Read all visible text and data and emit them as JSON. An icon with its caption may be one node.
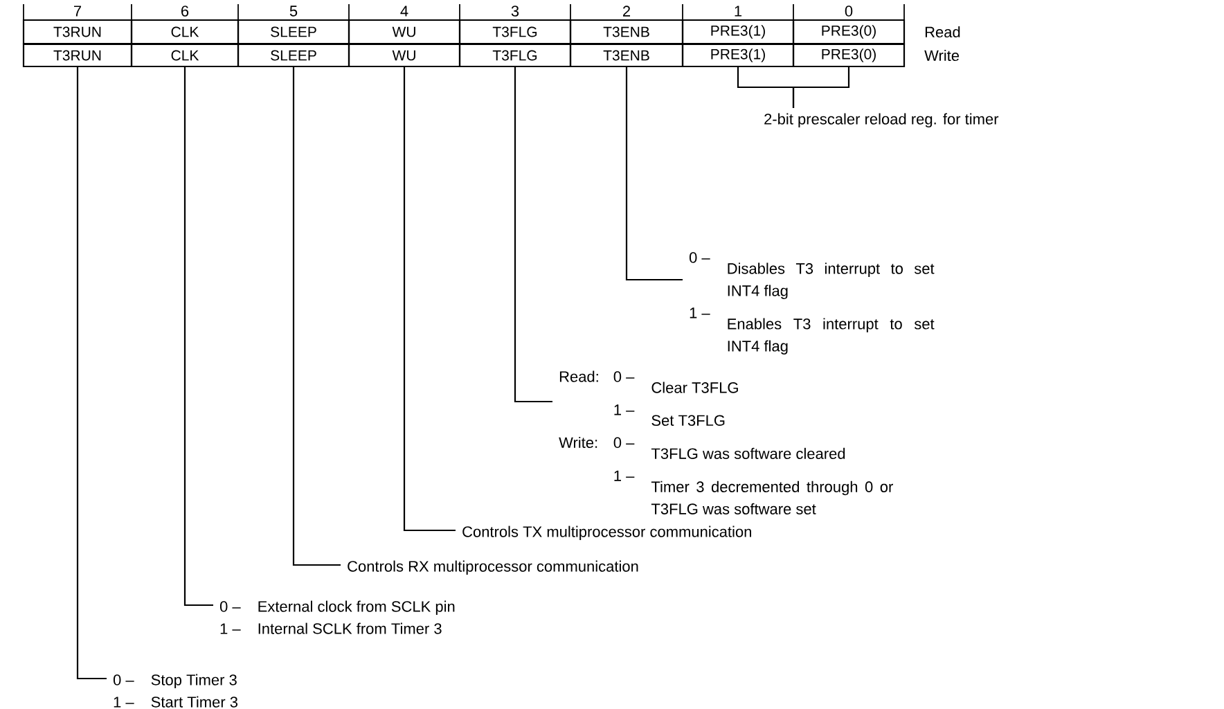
{
  "diagram": {
    "nodes": [
      {
        "text": [
          "T3RUN"
        ]
      },
      {
        "text": [
          "CLK"
        ]
      },
      {
        "text": [
          "SLEEP"
        ]
      },
      {
        "text": [
          "WU"
        ]
      },
      {
        "text": [
          "T3FLG"
        ]
      },
      {
        "text": [
          "T3ENB"
        ]
      },
      {
        "text": [
          "PRE3(1)"
        ]
      },
      {
        "text": [
          "PRE3(0)"
        ]
      },
      {
        "text": [
          "T3RUN"
        ]
      },
      {
        "text": [
          "CLK"
        ]
      },
      {
        "text": [
          "SLEEP"
        ]
      },
      {
        "text": [
          "WU"
        ]
      },
      {
        "text": [
          "T3FLG"
        ]
      },
      {
        "text": [
          "T3ENB"
        ]
      },
      {
        "text": [
          "PRE3(1)"
        ]
      },
      {
        "text": [
          "PRE3(0)"
        ]
      },
      {
        "text": [
          "2-bit prescaler reload reg. for timer"
        ]
      },
      {
        "text": [
          "0 –",
          "Disables T3 interrupt to set INT4 flag",
          "1 –",
          "Enables T3 interrupt to set INT4 flag"
        ]
      },
      {
        "text": [
          "Read:",
          "0 –",
          "Clear T3FLG",
          "1 –",
          "Set T3FLG",
          "Write:",
          "0 –",
          "T3FLG was software cleared",
          "1 –",
          "Timer 3 decremented through 0 or T3FLG was software set"
        ]
      },
      {
        "text": [
          "Controls TX multiprocessor communication"
        ]
      },
      {
        "text": [
          "Controls RX multiprocessor communication"
        ]
      },
      {
        "text": [
          "0 –",
          "External clock from SCLK pin",
          "1 –",
          "Internal SCLK from Timer 3"
        ]
      },
      {
        "text": [
          "0 –",
          "Stop Timer 3",
          "1 –",
          "Start Timer 3"
        ]
      }
    ],
    "edges": [
      {
        "from": 14,
        "to": 16,
        "arrow": "none"
      },
      {
        "from": 15,
        "to": 16,
        "arrow": "none"
      },
      {
        "from": 13,
        "to": 17,
        "arrow": "none"
      },
      {
        "from": 12,
        "to": 18,
        "arrow": "none"
      },
      {
        "from": 11,
        "to": 19,
        "arrow": "none"
      },
      {
        "from": 10,
        "to": 20,
        "arrow": "none"
      },
      {
        "from": 9,
        "to": 21,
        "arrow": "none"
      },
      {
        "from": 8,
        "to": 22,
        "arrow": "none"
      }
    ],
    "labels": [
      "7",
      "6",
      "5",
      "4",
      "3",
      "2",
      "1",
      "0",
      "Read",
      "Write"
    ]
  }
}
